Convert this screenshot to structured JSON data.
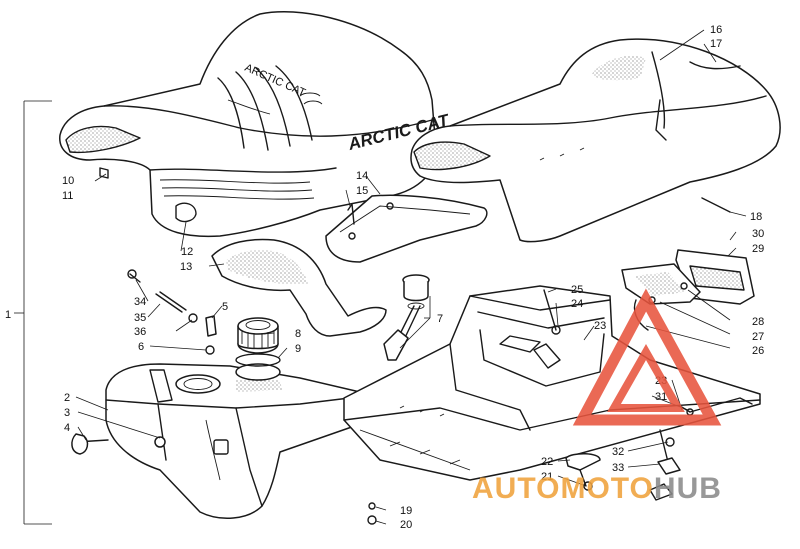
{
  "brand_label": "ARCTIC CAT",
  "seat_side_text": "ARCTIC CAT",
  "watermark": {
    "part1": "AUTO",
    "part2": "MOTO",
    "part3": "HUB",
    "color_orange": "#f0a23c",
    "color_gray": "#8a8a8a",
    "color_red": "#e8553e"
  },
  "callouts": {
    "c1": "1",
    "c2": "2",
    "c3": "3",
    "c4": "4",
    "c5": "5",
    "c6": "6",
    "c7": "7",
    "c8": "8",
    "c9": "9",
    "c10": "10",
    "c11": "11",
    "c12": "12",
    "c13": "13",
    "c14": "14",
    "c15": "15",
    "c16": "16",
    "c17": "17",
    "c18": "18",
    "c19": "19",
    "c20": "20",
    "c21": "21",
    "c22": "22",
    "c23a": "23",
    "c23b": "23",
    "c24": "24",
    "c25": "25",
    "c26": "26",
    "c27": "27",
    "c28": "28",
    "c29": "29",
    "c30": "30",
    "c31": "31",
    "c32": "32",
    "c33": "33",
    "c34": "34",
    "c35": "35",
    "c36": "36"
  }
}
